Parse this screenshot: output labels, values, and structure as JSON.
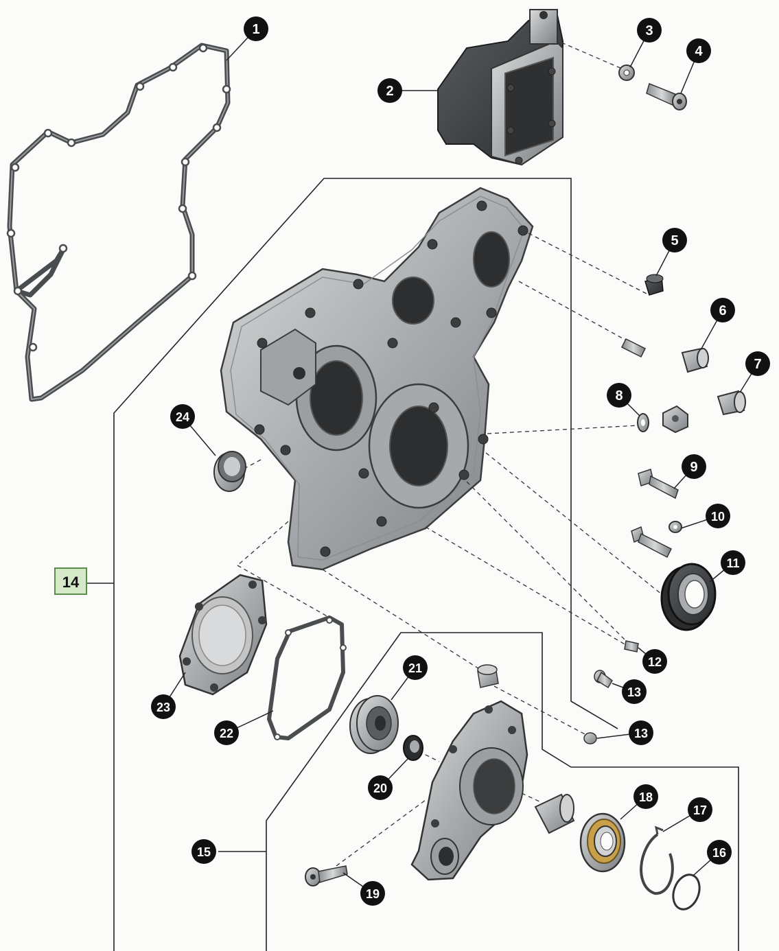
{
  "callouts": [
    "1",
    "2",
    "3",
    "4",
    "5",
    "6",
    "7",
    "8",
    "9",
    "10",
    "11",
    "12",
    "13",
    "13",
    "15",
    "16",
    "17",
    "18",
    "19",
    "20",
    "21",
    "22",
    "23",
    "24"
  ],
  "assembly_box": {
    "label": "14"
  },
  "colors": {
    "callout_fill": "#111111",
    "callout_text": "#ffffff",
    "assembly_box_fill": "#d5e8c8",
    "assembly_box_border": "#5b8c4a",
    "leader_line": "#222222",
    "casting": "#b7b9bb",
    "casting_dark": "#6f7275",
    "gasket": "#4a4d50"
  },
  "parts": [
    {
      "id": 1,
      "name": "timing-cover-gasket"
    },
    {
      "id": 2,
      "name": "control-module"
    },
    {
      "id": 3,
      "name": "washer"
    },
    {
      "id": 4,
      "name": "socket-head-screw"
    },
    {
      "id": 5,
      "name": "plug"
    },
    {
      "id": 6,
      "name": "bushing"
    },
    {
      "id": 7,
      "name": "bushing"
    },
    {
      "id": 8,
      "name": "washer-and-nut"
    },
    {
      "id": 9,
      "name": "bolt"
    },
    {
      "id": 10,
      "name": "bolt-with-washer"
    },
    {
      "id": 11,
      "name": "oil-seal"
    },
    {
      "id": 12,
      "name": "dowel-pin"
    },
    {
      "id": 13,
      "name": "screw-plug"
    },
    {
      "id": 15,
      "name": "pump-housing-assembly"
    },
    {
      "id": 16,
      "name": "o-ring"
    },
    {
      "id": 17,
      "name": "snap-ring"
    },
    {
      "id": 18,
      "name": "ball-bearing"
    },
    {
      "id": 19,
      "name": "cap-screw"
    },
    {
      "id": 20,
      "name": "seal"
    },
    {
      "id": 21,
      "name": "drive-gear"
    },
    {
      "id": 22,
      "name": "cover-gasket"
    },
    {
      "id": 23,
      "name": "cover-plate"
    },
    {
      "id": 24,
      "name": "cup-plug"
    }
  ]
}
